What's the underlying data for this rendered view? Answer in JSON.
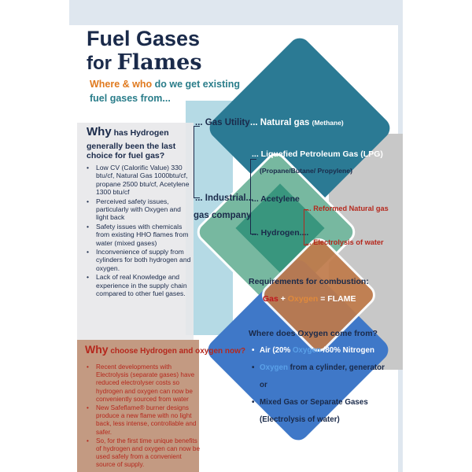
{
  "title": {
    "line1": "Fuel Gases",
    "line2_a": "for ",
    "line2_b": "Flames"
  },
  "subtitle": {
    "line1_a": "Where & who ",
    "line1_b": "do we get existing",
    "line2": "fuel gases from..."
  },
  "sources": {
    "gas_utility": "... Gas Utility",
    "natural_gas": "... Natural gas",
    "methane": "(Methane)",
    "industrial": "... Industrial...",
    "gas_company": "gas company",
    "lpg": "... Liquefied Petroleum Gas (LPG)",
    "lpg_sub": "(Propane/Butane/ Propylene)",
    "acetylene": "... Acetylene",
    "hydrogen": "... Hydrogen....",
    "reformed": "... Reformed Natural gas",
    "electrolysis": "... Electrolysis of water"
  },
  "why_hydrogen": {
    "heading_a": "Why",
    "heading_b": " has Hydrogen",
    "heading_line2": "generally been the last",
    "heading_line3": "choice for fuel gas?",
    "bullets": [
      "Low CV (Calorific Value) 330 btu/cf, Natural Gas 1000btu/cf, propane 2500 btu/cf, Acetylene 1300 btu/cf",
      "Perceived safety issues, particularly with Oxygen and light back",
      "Safety issues with chemicals from existing HHO flames from water (mixed gases)",
      "Inconvenience of supply from cylinders for both hydrogen and oxygen.",
      "Lack of real Knowledge and experience in the supply chain compared to other fuel gases."
    ]
  },
  "requirements": {
    "heading": "Requirements for combustion:",
    "gas": "Gas",
    "plus": " + ",
    "oxygen": "Oxygen",
    "equals": " = FLAME"
  },
  "oxygen_source": {
    "heading": "Where does Oxygen come from?",
    "item1_a": "Air (20% ",
    "item1_b": "Oxygen",
    "item1_c": " /80% Nitrogen",
    "item2_a": "Oxygen",
    "item2_b": " from a cylinder, generator",
    "item2_c": "or",
    "item3_a": "Mixed Gas or Separate Gases",
    "item3_b": "(Electrolysis of water)"
  },
  "why_choose": {
    "heading_a": "Why",
    "heading_b": " choose Hydrogen and oxygen now?",
    "bullets": [
      "Recent developments with Electrolysis (separate gases) have reduced electrolyser costs so hydrogen and oxygen can now be conveniently sourced from water",
      "New Safeflame® burner designs produce a new flame with no light back, less intense, controllable and safer.",
      "So, for the first time unique benefits of hydrogen and oxygen can now be used safely from a convenient source of supply."
    ]
  },
  "colors": {
    "navy": "#1a2a4a",
    "orange": "#e07a1f",
    "teal": "#2a7d8a",
    "red": "#b5281d",
    "blue": "#3f78c8"
  }
}
